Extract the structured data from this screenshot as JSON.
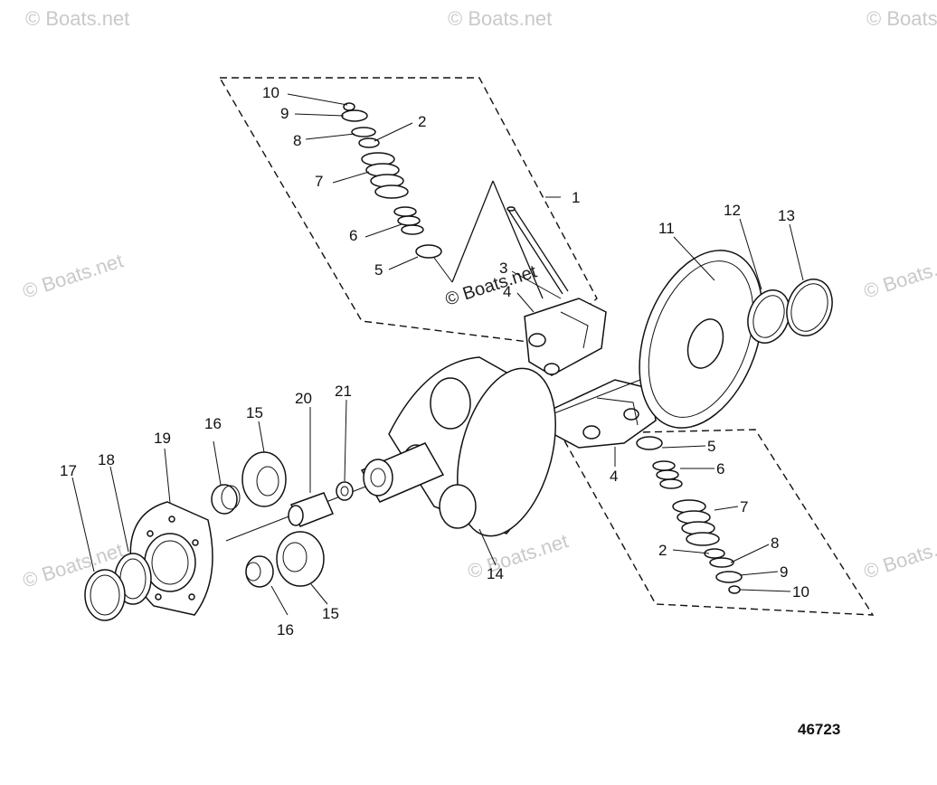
{
  "figure_number": "46723",
  "watermark_text": "© Boats.net",
  "labels": {
    "l1": "1",
    "l2a": "2",
    "l2b": "2",
    "l3": "3",
    "l4a": "4",
    "l4b": "4",
    "l5a": "5",
    "l5b": "5",
    "l6a": "6",
    "l6b": "6",
    "l7a": "7",
    "l7b": "7",
    "l8a": "8",
    "l8b": "8",
    "l9a": "9",
    "l9b": "9",
    "l10a": "10",
    "l10b": "10",
    "l11": "11",
    "l12": "12",
    "l13": "13",
    "l14": "14",
    "l15a": "15",
    "l15b": "15",
    "l16a": "16",
    "l16b": "16",
    "l17": "17",
    "l18": "18",
    "l19": "19",
    "l20": "20",
    "l21": "21"
  },
  "colors": {
    "ink": "#111111",
    "watermark": "#c9c9c9",
    "background": "#ffffff"
  }
}
